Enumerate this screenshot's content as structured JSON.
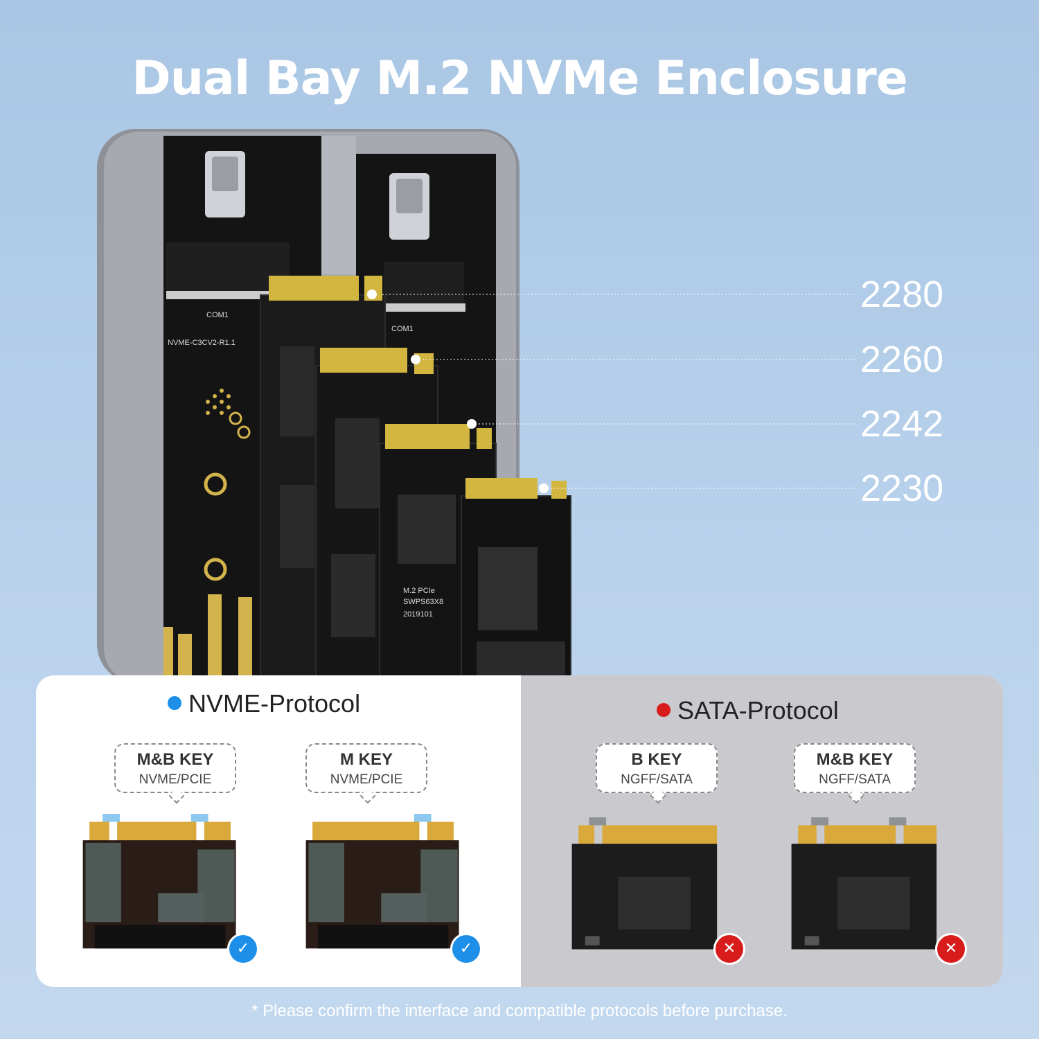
{
  "header": {
    "title": "Dual Bay M.2 NVMe Enclosure"
  },
  "enclosure": {
    "board_labels": [
      "COM1",
      "NVME-C3CV2-R1.1",
      "COM1",
      "M.2 PCIe",
      "SWPS63X8",
      "2019101"
    ],
    "sizes": [
      "2280",
      "2260",
      "2242",
      "2230"
    ]
  },
  "nvme": {
    "title": "NVME-Protocol",
    "dot_color": "#1d8fe8",
    "cards": [
      {
        "key": "M&B KEY",
        "protocol": "NVME/PCIE",
        "status": "check-icon"
      },
      {
        "key": "M KEY",
        "protocol": "NVME/PCIE",
        "status": "check-icon"
      }
    ]
  },
  "sata": {
    "title": "SATA-Protocol",
    "dot_color": "#d81b1b",
    "cards": [
      {
        "key": "B KEY",
        "protocol": "NGFF/SATA",
        "status": "cross-icon"
      },
      {
        "key": "M&B KEY",
        "protocol": "NGFF/SATA",
        "status": "cross-icon"
      }
    ]
  },
  "footnote": "* Please confirm the interface and compatible protocols before purchase."
}
